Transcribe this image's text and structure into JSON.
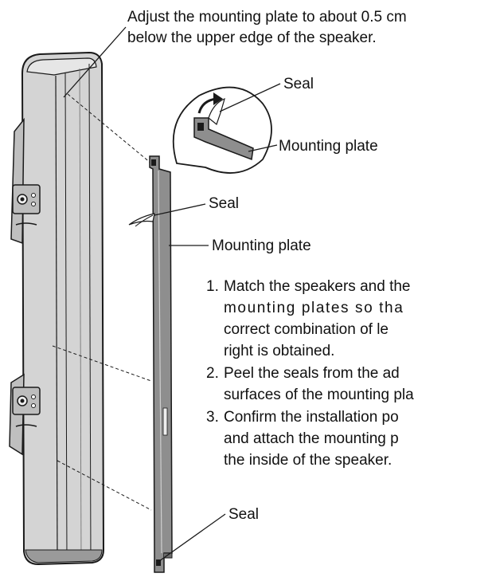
{
  "notes": {
    "top_line_1": "Adjust the mounting plate to about 0.5 cm",
    "top_line_2": "below the upper edge of the speaker."
  },
  "labels": {
    "seal_top": "Seal",
    "mounting_plate_inset": "Mounting plate",
    "seal_middle": "Seal",
    "mounting_plate_middle": "Mounting plate",
    "seal_bottom": "Seal"
  },
  "steps": [
    {
      "number": "1.",
      "lines": [
        "Match the speakers and the",
        "mounting plates so tha",
        "correct combination of le",
        "right is obtained."
      ]
    },
    {
      "number": "2.",
      "lines": [
        "Peel the seals from the ad",
        "surfaces of the mounting pla"
      ]
    },
    {
      "number": "3.",
      "lines": [
        "Confirm the installation po",
        "and attach the mounting p",
        "the inside of the speaker."
      ]
    }
  ],
  "colors": {
    "speaker_fill": "#d4d4d4",
    "speaker_dark": "#8a8a8a",
    "plate_fill": "#8e8e8e",
    "outline": "#1a1a1a"
  },
  "icons": {
    "inset_arrow": "curved-arrow-icon"
  }
}
